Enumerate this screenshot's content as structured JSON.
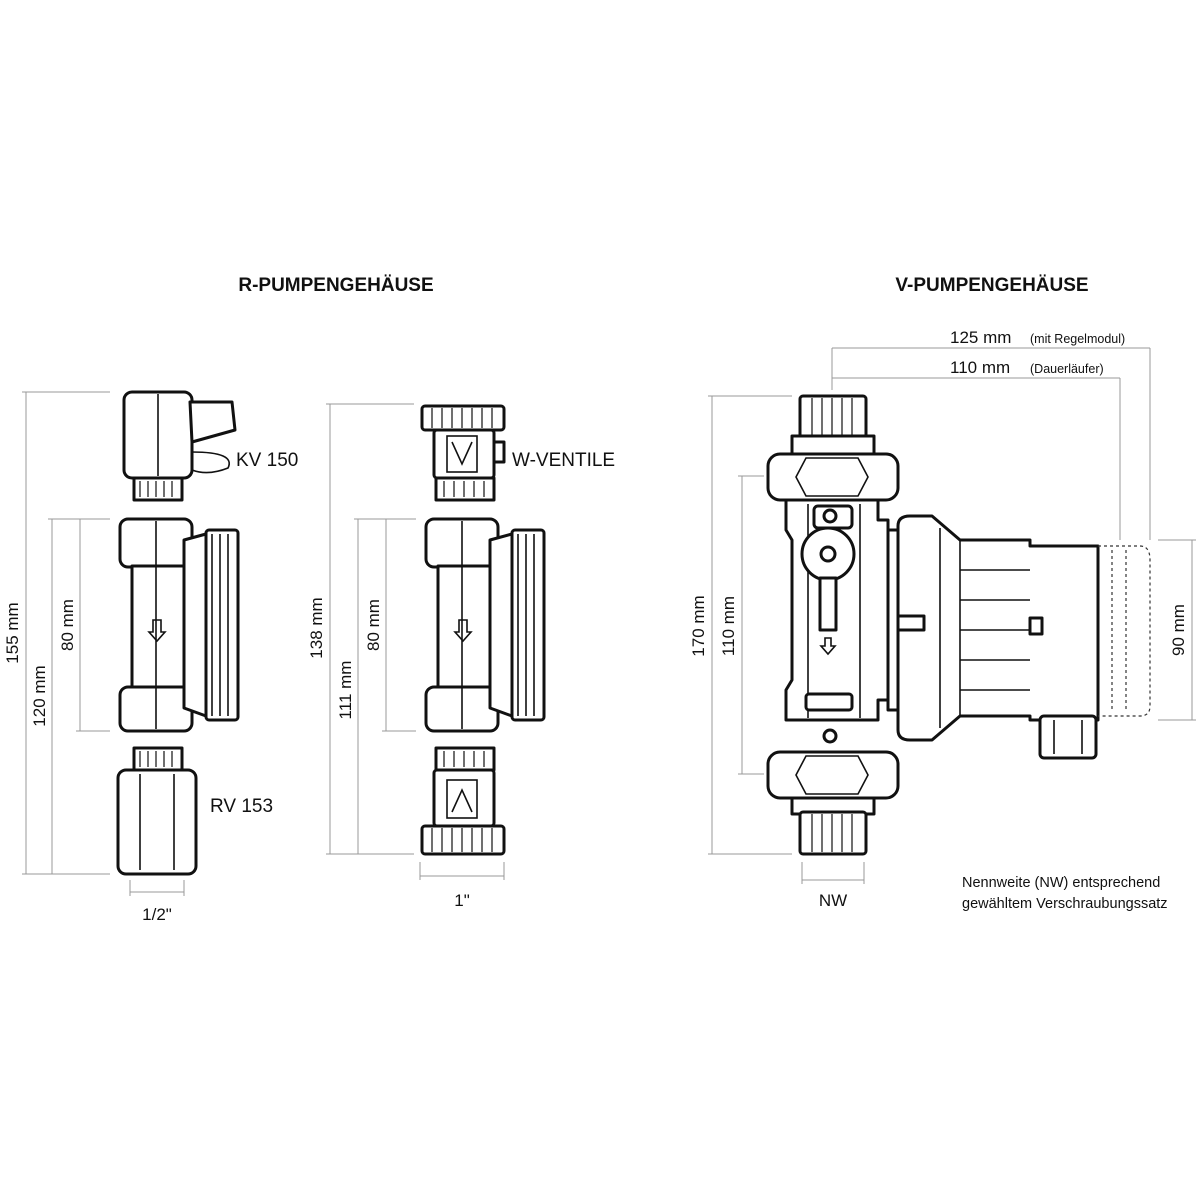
{
  "titles": {
    "r": "R-PUMPENGEHÄUSE",
    "v": "V-PUMPENGEHÄUSE"
  },
  "parts": {
    "kv": "KV 150",
    "rv": "RV 153",
    "w": "W-VENTILE"
  },
  "dims": {
    "r155": "155 mm",
    "r120": "120 mm",
    "r80a": "80 mm",
    "r138": "138 mm",
    "r111": "111 mm",
    "r80b": "80 mm",
    "half": "1/2\"",
    "one": "1\"",
    "v170": "170 mm",
    "v110": "110 mm",
    "v90": "90 mm",
    "nw": "NW",
    "t125": "125 mm",
    "t125n": "(mit Regelmodul)",
    "t110": "110 mm",
    "t110n": "(Dauerläufer)"
  },
  "note": {
    "line1": "Nennweite (NW) entsprechend",
    "line2": "gewähltem Verschraubungssatz"
  }
}
